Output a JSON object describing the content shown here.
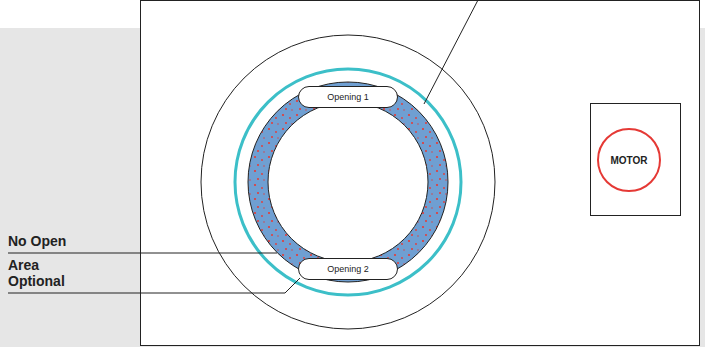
{
  "diagram": {
    "nodes": [
      {
        "text": [
          "Opening 1"
        ]
      },
      {
        "text": [
          "Opening 2"
        ]
      },
      {
        "text": [
          "MOTOR"
        ]
      }
    ],
    "labels": [
      "No Open Area",
      "Optional"
    ]
  }
}
